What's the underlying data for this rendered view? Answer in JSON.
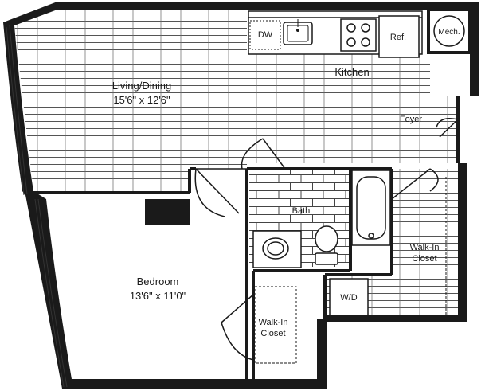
{
  "rooms": {
    "living_dining": {
      "name": "Living/Dining",
      "dims": "15'6\" x 12'6\""
    },
    "kitchen": {
      "name": "Kitchen"
    },
    "foyer": {
      "name": "Foyer"
    },
    "bath": {
      "name": "Bath"
    },
    "bedroom": {
      "name": "Bedroom",
      "dims": "13'6\" x 11'0\""
    },
    "walk_in_closet_bedroom": {
      "line1": "Walk-In",
      "line2": "Closet"
    },
    "walk_in_closet_foyer": {
      "line1": "Walk-In",
      "line2": "Closet"
    }
  },
  "fixtures": {
    "dishwasher": "DW",
    "refrigerator": "Ref.",
    "mechanical": "Mech.",
    "washer_dryer": "W/D"
  }
}
